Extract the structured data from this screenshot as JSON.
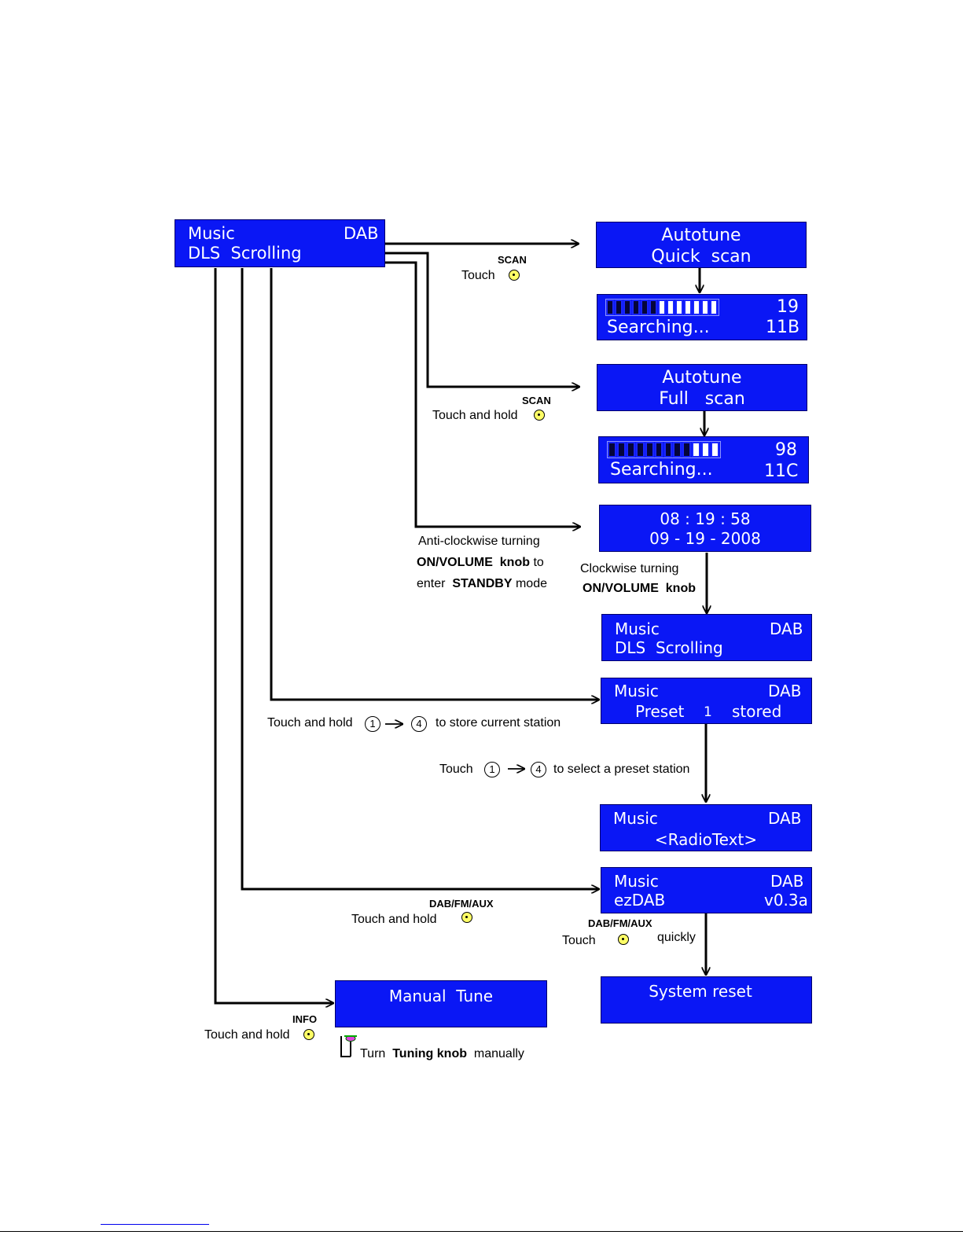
{
  "screens": {
    "main": {
      "left": "Music",
      "right": "DAB",
      "line2": "DLS  Scrolling"
    },
    "autotune_quick": {
      "line1": "Autotune",
      "line2": "Quick  scan"
    },
    "search_quick": {
      "count": "19",
      "status": "Searching...",
      "channel": "11B",
      "progress_filled": 6,
      "progress_total": 13
    },
    "autotune_full": {
      "line1": "Autotune",
      "line2": "Full   scan"
    },
    "search_full": {
      "count": "98",
      "status": "Searching...",
      "channel": "11C",
      "progress_filled": 9,
      "progress_total": 12
    },
    "standby": {
      "time": "08 : 19 : 58",
      "date": "09 - 19 - 2008"
    },
    "main_return": {
      "left": "Music",
      "right": "DAB",
      "line2": "DLS  Scrolling"
    },
    "preset_stored": {
      "left": "Music",
      "right": "DAB",
      "preset_word": "Preset",
      "preset_num": "1",
      "stored_word": "stored"
    },
    "radiotext": {
      "left": "Music",
      "right": "DAB",
      "line2": "<RadioText>"
    },
    "version": {
      "left": "Music",
      "right": "DAB",
      "line2_left": "ezDAB",
      "line2_right": "v0.3a"
    },
    "system_reset": {
      "line1": "System reset"
    },
    "manual_tune": {
      "line1": "Manual  Tune"
    }
  },
  "labels": {
    "scan1_btn": "SCAN",
    "scan1_action": "Touch",
    "scan2_btn": "SCAN",
    "scan2_action": "Touch and hold",
    "standby_l1": "Anti-clockwise turning",
    "standby_l2_bold": "ON/VOLUME  knob",
    "standby_l2_rest": " to",
    "standby_l3_a": "enter  ",
    "standby_l3_bold": "STANDBY",
    "standby_l3_c": " mode",
    "wake_l1": "Clockwise turning",
    "wake_l2_bold": "ON/VOLUME  knob",
    "store_a": "Touch and hold",
    "store_n1": "1",
    "store_n2": "4",
    "store_c": "to store current station",
    "select_a": "Touch",
    "select_n1": "1",
    "select_n2": "4",
    "select_c": "to select a preset station",
    "mode_btn": "DAB/FM/AUX",
    "mode_action": "Touch and hold",
    "reset_btn": "DAB/FM/AUX",
    "reset_action": "Touch",
    "reset_quick": "quickly",
    "info_btn": "INFO",
    "info_action": "Touch and hold",
    "tune_a": "Turn  ",
    "tune_bold": "Tuning knob",
    "tune_c": "  manually"
  }
}
